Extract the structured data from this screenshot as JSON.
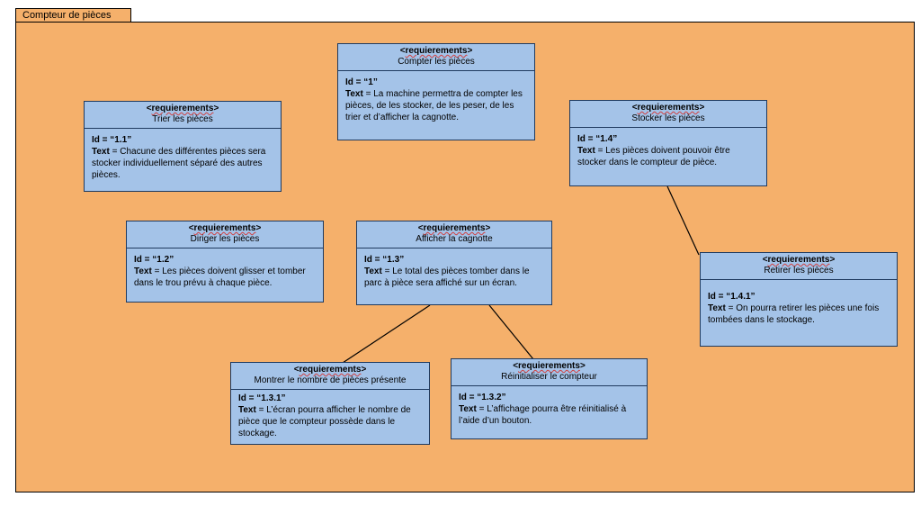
{
  "package": {
    "title": "Compteur de pièces"
  },
  "stereotype_prefix": "<",
  "stereotype_word": "requierements",
  "stereotype_suffix": ">",
  "id_label": "Id",
  "text_label": "Text",
  "equals": " = ",
  "requirements": [
    {
      "key": "compter",
      "title": "Compter les pièces",
      "id": "“1”",
      "text": "La machine permettra de compter les pièces, de les stocker, de les peser, de les trier et d’afficher la cagnotte."
    },
    {
      "key": "trier",
      "title": "Trier les pièces",
      "id": "“1.1”",
      "text": "Chacune des différentes pièces sera stocker individuellement séparé des autres pièces."
    },
    {
      "key": "stocker",
      "title": "Stocker les pièces",
      "id": "“1.4”",
      "text": "Les pièces doivent pouvoir être stocker dans le compteur de pièce."
    },
    {
      "key": "diriger",
      "title": "Diriger les pièces",
      "id": "“1.2”",
      "text": "Les pièces doivent glisser et tomber dans le trou prévu à chaque pièce."
    },
    {
      "key": "cagnotte",
      "title": "Afficher la cagnotte",
      "id": "“1.3”",
      "text": "Le total des pièces tomber dans le parc à pièce sera affiché sur un écran."
    },
    {
      "key": "retirer",
      "title": "Retirer les pièces",
      "id": "“1.4.1”",
      "text": "On pourra retirer les pièces une fois tombées dans le stockage."
    },
    {
      "key": "montrer",
      "title": "Montrer le nombre de pièces présente",
      "id": "“1.3.1”",
      "text": "L’écran pourra afficher le nombre de pièce que le compteur possède dans le stockage."
    },
    {
      "key": "reinit",
      "title": "Réinitialiser le compteur",
      "id": "“1.3.2”",
      "text": "L’affichage pourra être réinitialisé à l’aide d’un bouton."
    }
  ]
}
